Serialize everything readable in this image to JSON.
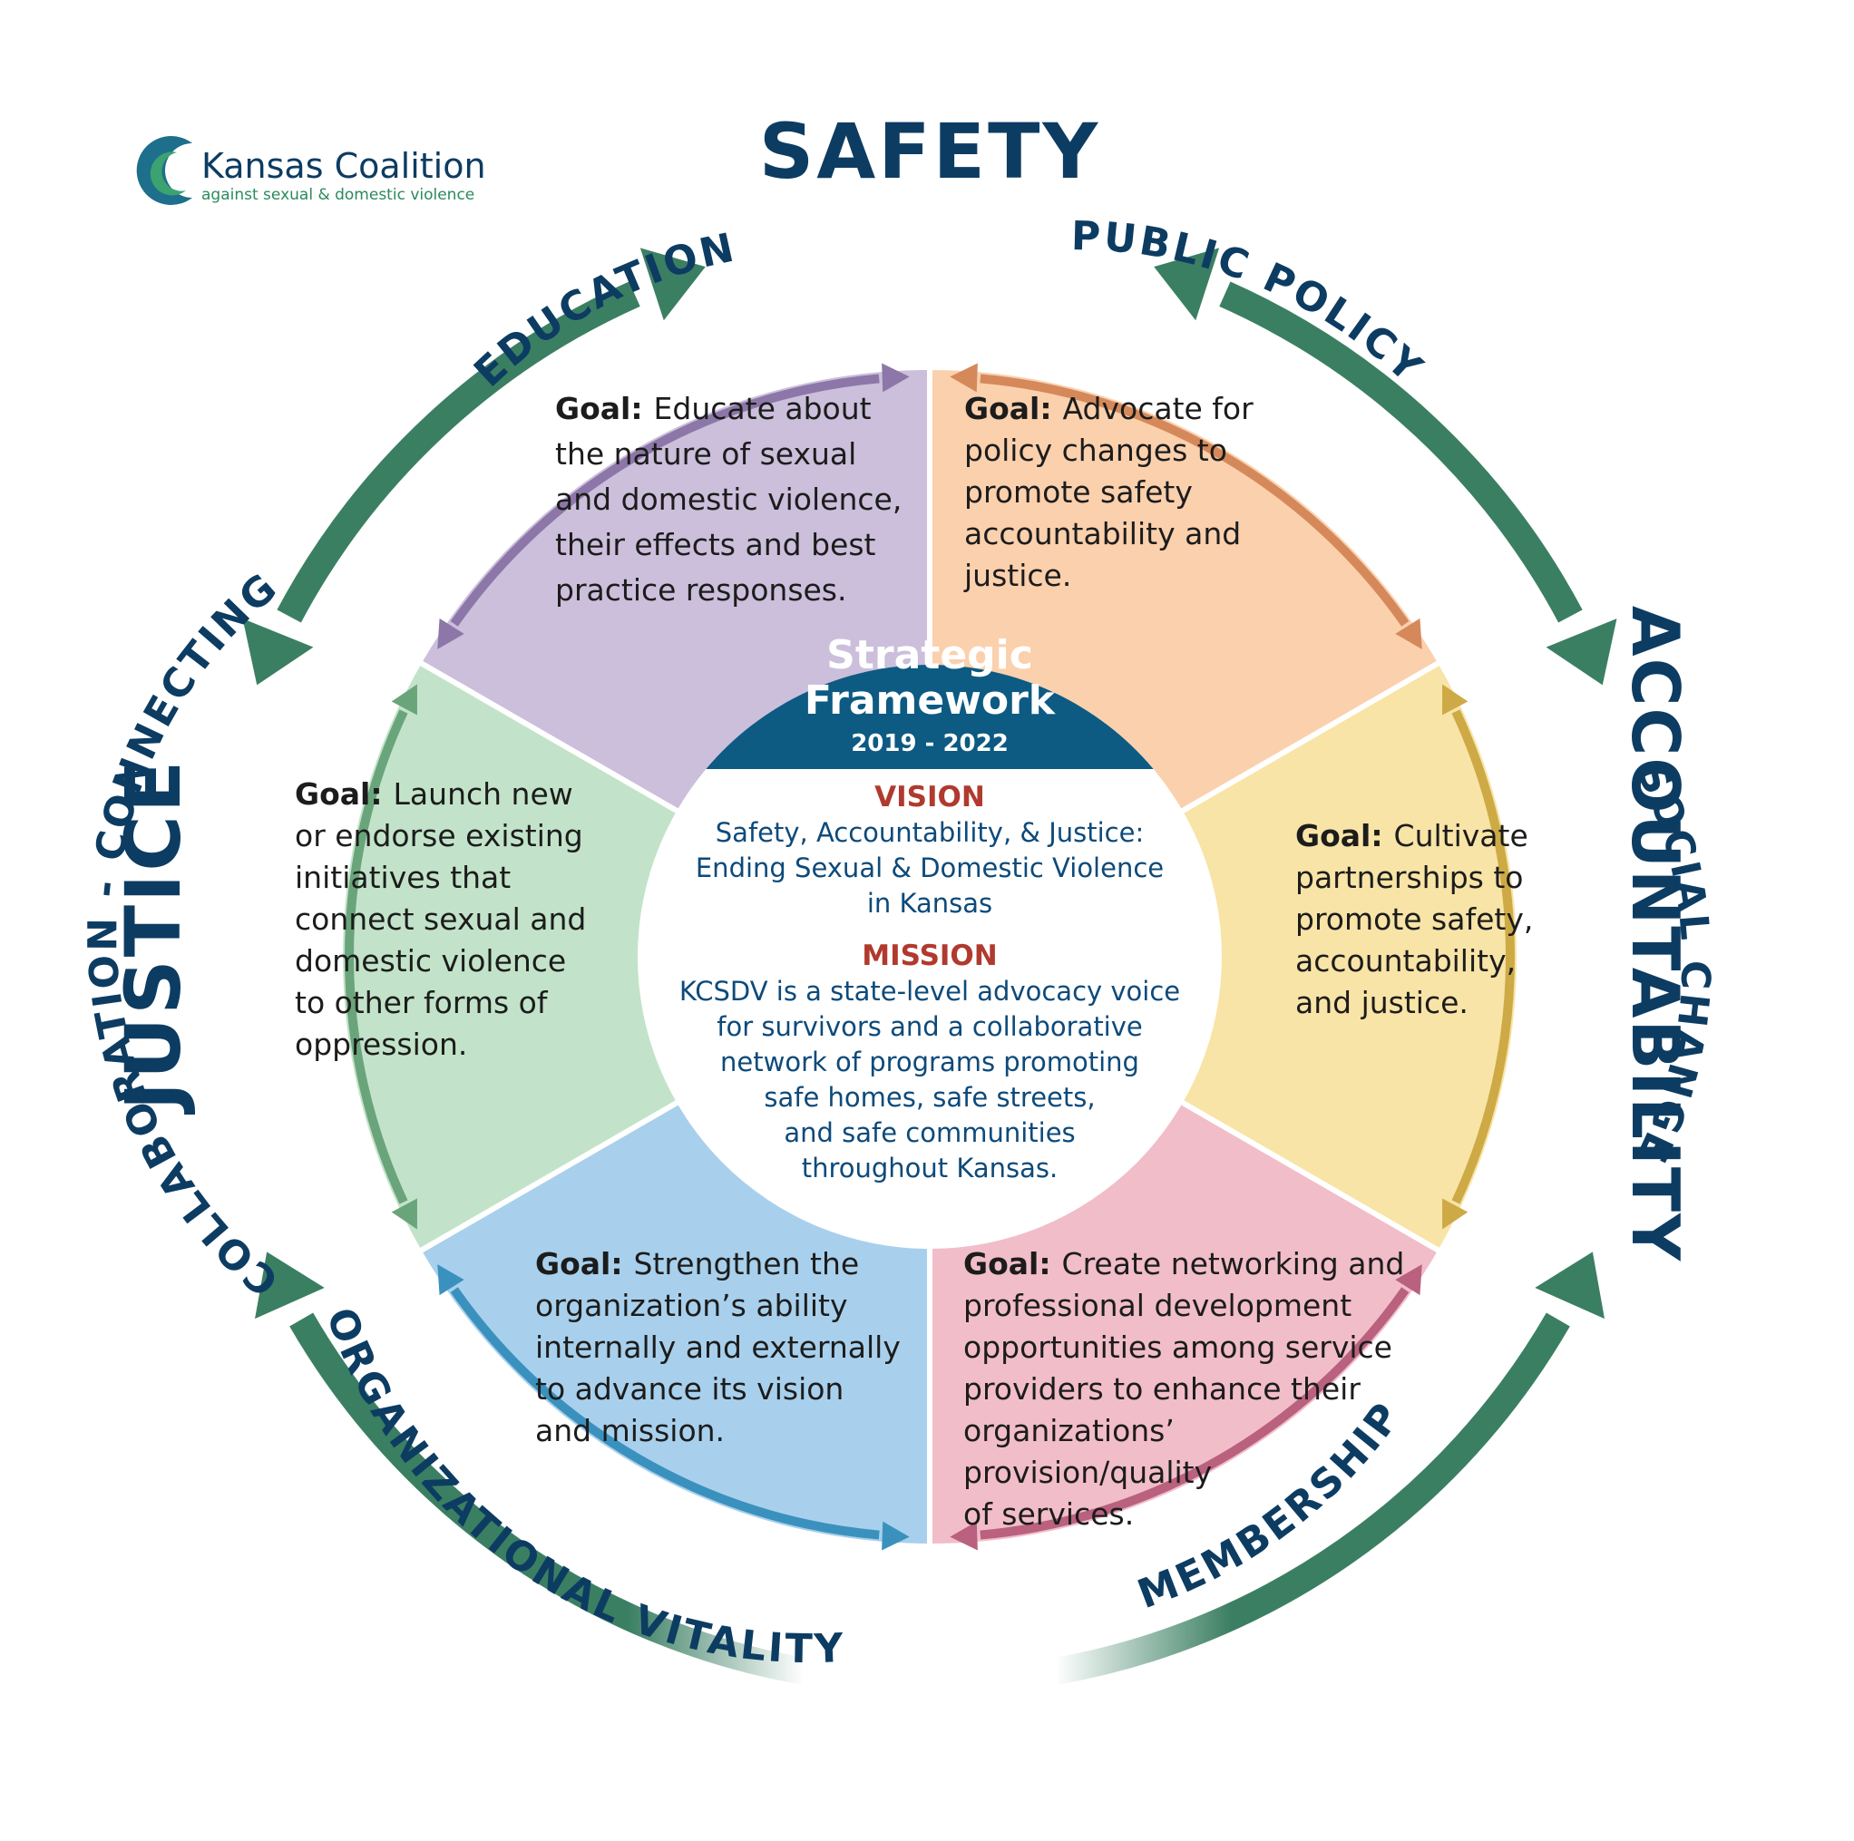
{
  "logo": {
    "name": "Kansas Coalition",
    "tagline": "against sexual & domestic violence"
  },
  "outer_words": {
    "top": "SAFETY",
    "right": "ACCOUNTABILITY",
    "left": "JUSTICE"
  },
  "arc_labels": {
    "education": "EDUCATION",
    "public_policy": "PUBLIC POLICY",
    "social_change": "SOCIAL CHANGE",
    "membership": "MEMBERSHIP",
    "organizational_vitality": "ORGANIZATIONAL VITALITY",
    "collaboration": "COLLABORATION - CONNECTING"
  },
  "goal_prefix": "Goal:",
  "goals": {
    "education": [
      "Educate about",
      "the nature of sexual",
      "and domestic violence,",
      "their effects and best",
      "practice responses."
    ],
    "public_policy": [
      "Advocate for",
      "policy changes to",
      "promote safety",
      "accountability and",
      "justice."
    ],
    "social_change": [
      "Cultivate",
      "partnerships to",
      "promote safety,",
      "accountability,",
      "and justice."
    ],
    "membership": [
      "Create networking and",
      "professional development",
      "opportunities among service",
      "providers to enhance their",
      "organizations’",
      "provision/quality",
      "of services."
    ],
    "organizational_vitality": [
      "Strengthen the",
      "organization’s ability",
      "internally and externally",
      "to advance its vision",
      "and mission."
    ],
    "collaboration": [
      "Launch new",
      "or endorse existing",
      "initiatives that",
      "connect sexual and",
      "domestic violence",
      "to other forms of",
      "oppression."
    ]
  },
  "center": {
    "title_line1": "Strategic",
    "title_line2": "Framework",
    "years": "2019 - 2022",
    "vision_heading": "VISION",
    "vision_lines": [
      "Safety, Accountability, & Justice:",
      "Ending Sexual & Domestic Violence",
      "in Kansas"
    ],
    "mission_heading": "MISSION",
    "mission_lines": [
      "KCSDV is a state-level advocacy voice",
      "for survivors and a collaborative",
      "network of programs promoting",
      "safe homes, safe streets,",
      "and safe communities",
      "throughout Kansas."
    ]
  },
  "colors": {
    "education": "#cbbfdb",
    "education_arc": "#8c77a8",
    "public_policy": "#fbd0ad",
    "public_policy_arc": "#d5895a",
    "social_change": "#f8e4a6",
    "social_change_arc": "#cdaa45",
    "membership": "#f1bdc9",
    "membership_arc": "#b9617e",
    "organizational_vitality": "#a8d0ec",
    "organizational_vitality_arc": "#3b91be",
    "collaboration": "#c2e3c9",
    "collaboration_arc": "#6aa47b",
    "outer_arrow": "#3b7f63",
    "center_header": "#0d5a82",
    "text_navy": "#0d3c62",
    "heading_red": "#b03a2e"
  }
}
